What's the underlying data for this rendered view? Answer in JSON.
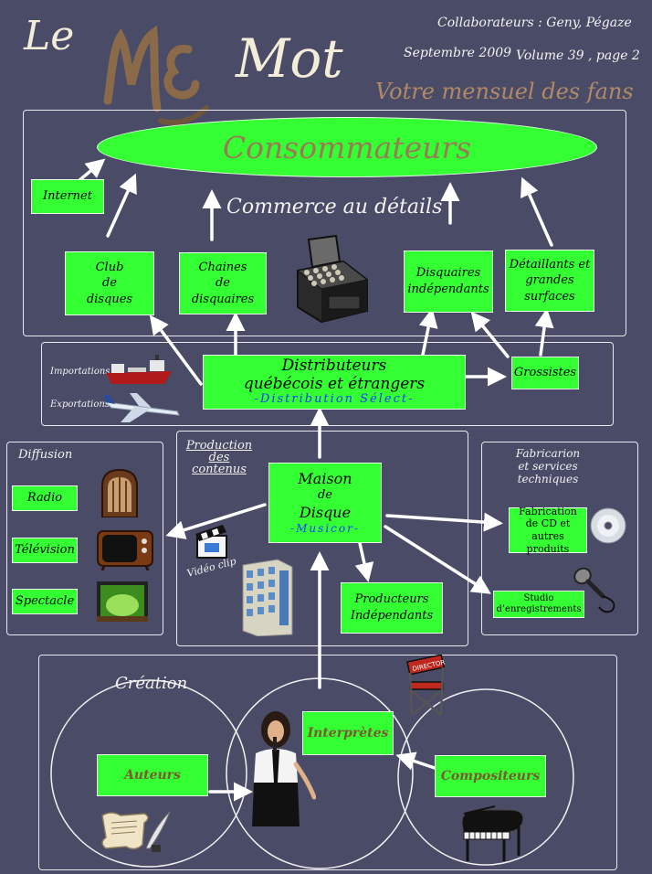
{
  "masthead": {
    "le": "Le",
    "logo_letters": "ME",
    "mot": "Mot",
    "collaborators": "Collaborateurs : Geny, Pégaze",
    "date": "Septembre  2009",
    "volume": "Volume 39  , page 2",
    "tagline": "Votre mensuel des fans"
  },
  "top": {
    "consumers": "Consommateurs",
    "internet": "Internet",
    "retail_heading": "Commerce au détails",
    "club": [
      "Club",
      "de",
      "disques"
    ],
    "chains": [
      "Chaines",
      "de",
      "disquaires"
    ],
    "independents": [
      "Disquaires",
      "indépendants"
    ],
    "big_retail": [
      "Détaillants et",
      "grandes",
      "surfaces"
    ]
  },
  "distribution": {
    "imports": "Importations",
    "exports": "Exportations",
    "distributors": [
      "Distributeurs",
      "québécois et étrangers"
    ],
    "distributor_sub": "-Distribution Sélect-",
    "wholesalers": "Grossistes"
  },
  "diffusion": {
    "title": "Diffusion",
    "radio": "Radio",
    "tv": "Télévision",
    "show": "Spectacle"
  },
  "production": {
    "title": [
      "Production",
      "des",
      "contenus"
    ],
    "label": [
      "Maison",
      "de",
      "Disque"
    ],
    "label_sub": "-Musicor-",
    "video": "Vidéo clip",
    "producers": [
      "Producteurs",
      "Indépendants"
    ]
  },
  "manufacturing": {
    "title": [
      "Fabricarion",
      "et services",
      "techniques"
    ],
    "cd": [
      "Fabrication",
      "de CD et",
      "autres produits"
    ],
    "studio": [
      "Studio",
      "d’enregistrements"
    ]
  },
  "creation": {
    "title": "Création",
    "authors": "Auteurs",
    "performers": "Interprètes",
    "composers": "Compositeurs",
    "chair_text": "DIRECTOR"
  },
  "colors": {
    "background": "#4a4b67",
    "box_green": "#33ff33",
    "consumer_text": "#9a7a55",
    "tagline": "#b08a66",
    "accent_blue": "#1a3cff"
  }
}
